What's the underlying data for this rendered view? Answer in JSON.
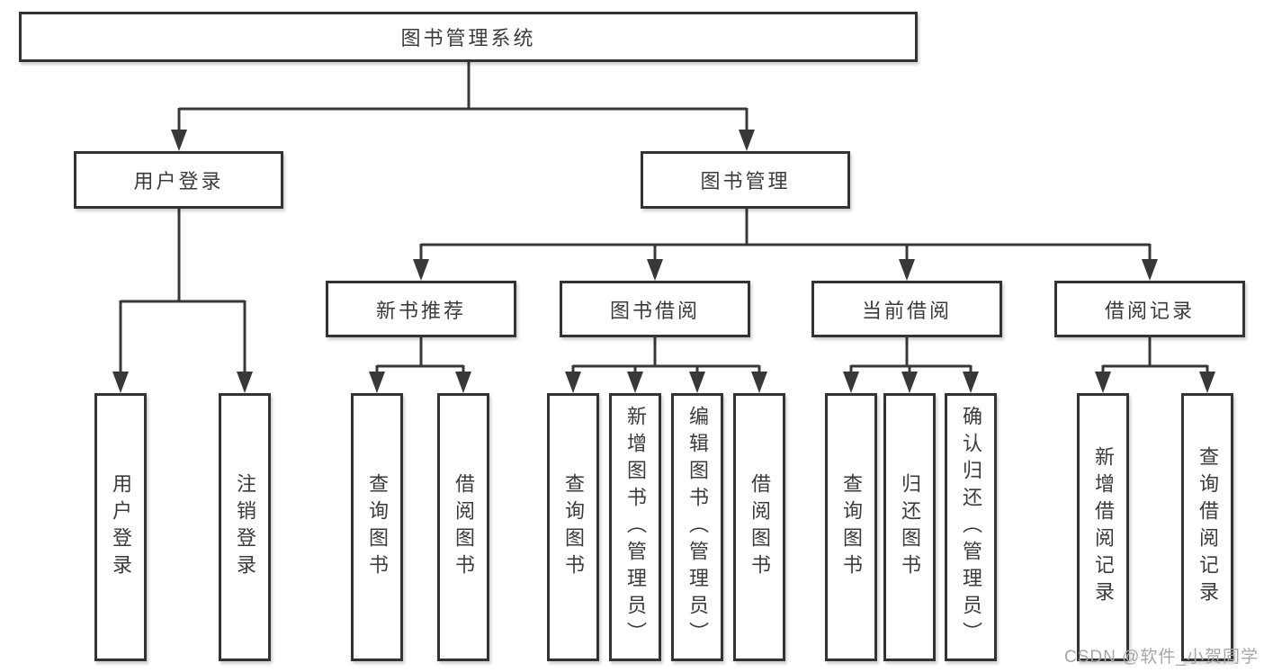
{
  "diagram": {
    "root": {
      "label": "图书管理系统"
    },
    "branches": [
      {
        "label": "用户登录",
        "children": [
          {
            "label": "用户登录"
          },
          {
            "label": "注销登录"
          }
        ]
      },
      {
        "label": "图书管理",
        "children": [
          {
            "label": "新书推荐",
            "children": [
              {
                "label": "查询图书"
              },
              {
                "label": "借阅图书"
              }
            ]
          },
          {
            "label": "图书借阅",
            "children": [
              {
                "label": "查询图书"
              },
              {
                "label": "新增图书（管理员）"
              },
              {
                "label": "编辑图书（管理员）"
              },
              {
                "label": "借阅图书"
              }
            ]
          },
          {
            "label": "当前借阅",
            "children": [
              {
                "label": "查询图书"
              },
              {
                "label": "归还图书"
              },
              {
                "label": "确认归还（管理员）"
              }
            ]
          },
          {
            "label": "借阅记录",
            "children": [
              {
                "label": "新增借阅记录"
              },
              {
                "label": "查询借阅记录"
              }
            ]
          }
        ]
      }
    ]
  },
  "watermark": {
    "text": "CSDN @软件_小贺同学"
  },
  "colors": {
    "line": "#383838",
    "box_border": "#333333",
    "text": "#3b3b3b",
    "background": "#ffffff",
    "watermark": "#a6a6a6"
  }
}
